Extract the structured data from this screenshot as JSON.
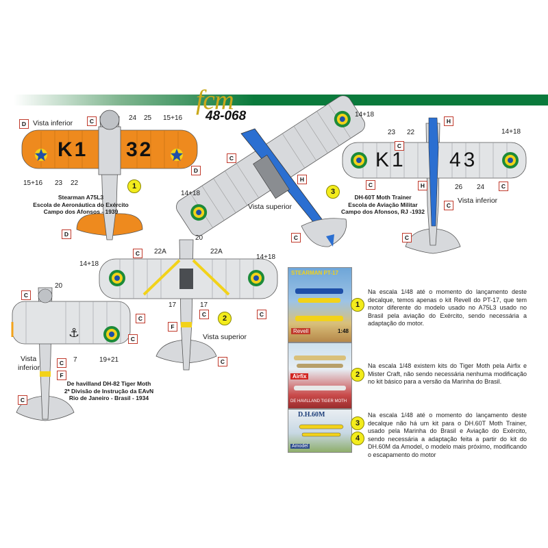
{
  "header": {
    "brand": "fcm",
    "code": "48-068",
    "bar_color": "#0a7a3c"
  },
  "colors": {
    "orange": "#ee8a1e",
    "silver": "#cfd2d6",
    "blue": "#2b6fd1",
    "roundel_green": "#1d8b3a",
    "roundel_yellow": "#f2d21a",
    "roundel_blue": "#1e4fa8",
    "marker_yellow": "#f3ec1c"
  },
  "plane1": {
    "view_label": "Vista inferior",
    "serial_left": "K1",
    "serial_right": "32",
    "labels": {
      "n24": "24",
      "n25": "25",
      "n15_16a": "15+16",
      "n15_16b": "15+16",
      "n23": "23",
      "n22": "22"
    },
    "number": "1",
    "caption": [
      "Stearman A75L3",
      "Escola de Aeronáutica do Exército",
      "Campo dos Afonsos - 1939"
    ],
    "codes": {
      "d1": "D",
      "c1": "C",
      "d2": "D",
      "d3": "D"
    }
  },
  "plane3": {
    "view_label": "Vista superior",
    "labels": {
      "n14_18": "14+18"
    },
    "number": "3",
    "codes": {
      "c1": "C",
      "h1": "H",
      "c2": "C"
    }
  },
  "plane4": {
    "view_label": "Vista inferior",
    "serial_left": "K1",
    "serial_right": "43",
    "labels": {
      "n14_18a": "14+18",
      "n14_18b": "14+18",
      "n23": "23",
      "n22": "22",
      "n26": "26",
      "n24": "24"
    },
    "caption": [
      "DH-60T Moth Trainer",
      "Escola de Aviação Militar",
      "Campo dos Afonsos, RJ -1932"
    ],
    "codes": {
      "h1": "H",
      "c1": "C",
      "h2": "H",
      "c2": "C",
      "c3": "C",
      "c4": "C"
    }
  },
  "plane2": {
    "view_label": "Vista superior",
    "labels": {
      "n20": "20",
      "n22a": "22A",
      "n22b": "22A",
      "n14_18a": "14+18",
      "n14_18b": "14+18",
      "n17a": "17",
      "n17b": "17"
    },
    "number": "2",
    "codes": {
      "c1": "C",
      "c2": "C",
      "f1": "F",
      "c3": "C",
      "c4": "C"
    }
  },
  "plane5": {
    "view_label": [
      "Vista",
      "inferior"
    ],
    "labels": {
      "n20": "20",
      "n7": "7",
      "n19_21": "19+21"
    },
    "caption": [
      "De havilland DH-82 Tiger Moth",
      "2ª Divisão de Instrução da EAvN",
      "Rio de Janeiro - Brasil - 1934"
    ],
    "codes": {
      "c1": "C",
      "c2": "C",
      "c3": "C",
      "c4": "C",
      "f1": "F",
      "c5": "C"
    }
  },
  "kits": {
    "box1": {
      "title": "STEARMAN PT-17",
      "brand": "Revell",
      "footer": "1:48"
    },
    "box2": {
      "title": "DE HAVILLAND TIGER MOTH",
      "brand": "Airfix"
    },
    "box3": {
      "title": "D.H.60M",
      "brand": "Amodel"
    }
  },
  "notes": [
    {
      "number": "1",
      "text": "Na escala 1/48 até o momento do lançamento deste decalque, temos apenas o kit Revell do PT-17, que tem motor diferente do modelo usado no A75L3 usado no Brasil pela aviação do Exército, sendo necessária a adaptação do motor."
    },
    {
      "number": "2",
      "text": "Na escala 1/48 existem kits do Tiger Moth pela Airfix e Mister Craft, não sendo necessária nenhuma modificação no kit básico para a versão da Marinha do Brasil."
    },
    {
      "number": "3",
      "number2": "4",
      "text": "Na escala 1/48 até o momento do lançamento deste decalque não há um kit para o DH.60T Moth Trainer, usado pela Marinha do Brasil e Aviação do Exército, sendo necessária a adaptação feita a partir do kit do DH.60M da Amodel, o modelo mais próximo, modificando o escapamento do motor"
    }
  ]
}
